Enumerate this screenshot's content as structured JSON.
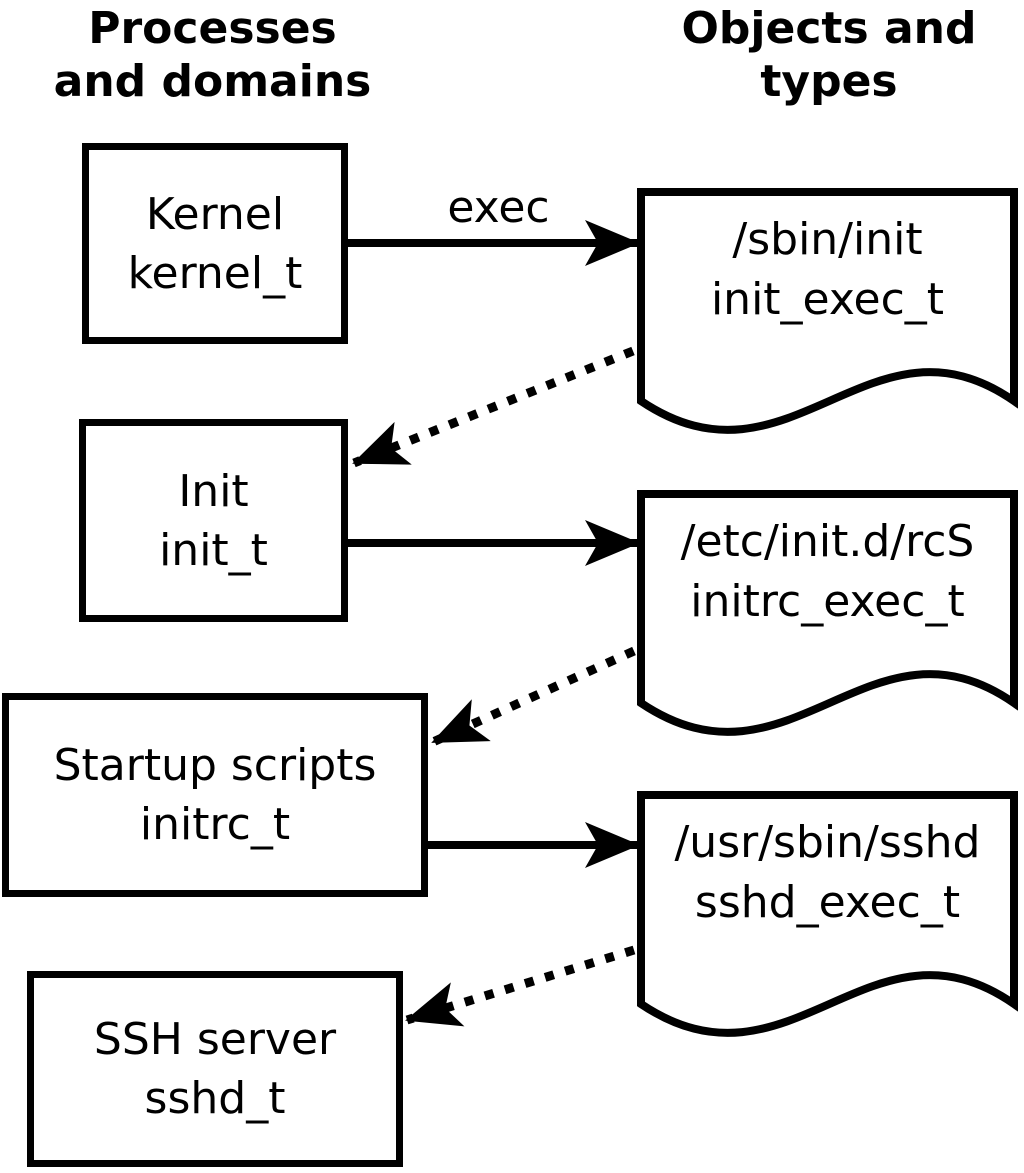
{
  "diagram": {
    "title_columns": {
      "processes": {
        "line1": "Processes",
        "line2": "and domains"
      },
      "objects": {
        "line1": "Objects and",
        "line2": "types"
      }
    },
    "process_boxes": [
      {
        "name": "Kernel",
        "type": "kernel_t"
      },
      {
        "name": "Init",
        "type": "init_t"
      },
      {
        "name": "Startup scripts",
        "type": "initrc_t"
      },
      {
        "name": "SSH server",
        "type": "sshd_t"
      }
    ],
    "object_documents": [
      {
        "path": "/sbin/init",
        "type": "init_exec_t"
      },
      {
        "path": "/etc/init.d/rcS",
        "type": "initrc_exec_t"
      },
      {
        "path": "/usr/sbin/sshd",
        "type": "sshd_exec_t"
      }
    ],
    "edge_label": "exec",
    "colors": {
      "ink": "#000000",
      "background": "#ffffff"
    }
  }
}
